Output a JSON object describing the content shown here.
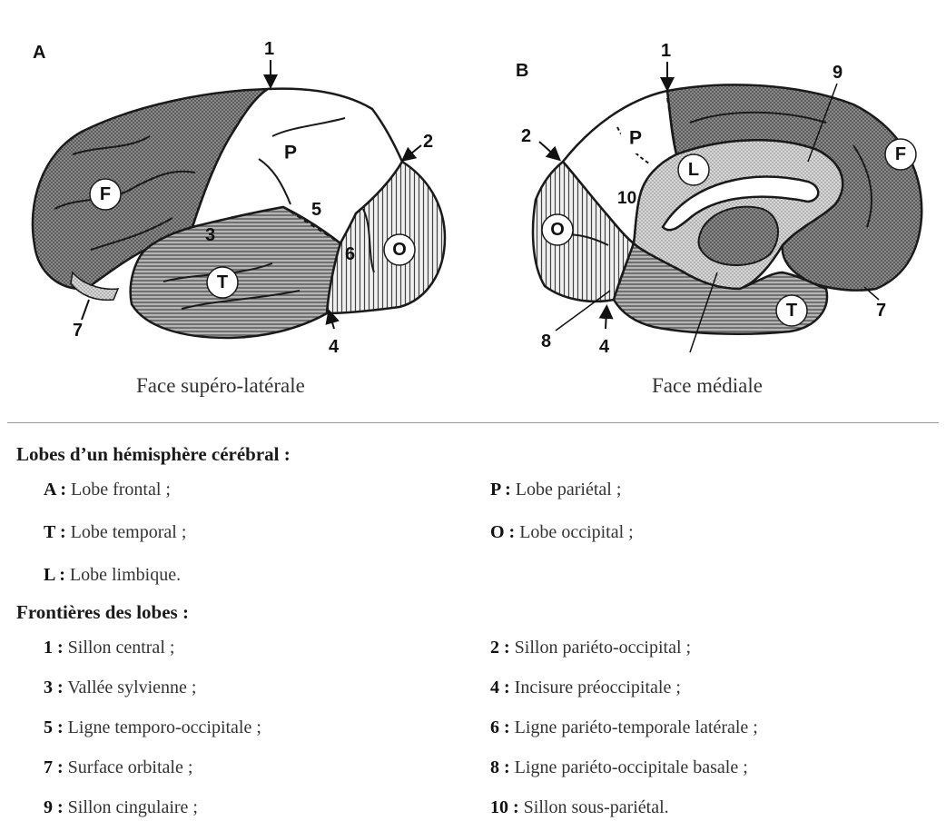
{
  "panels": {
    "a": {
      "letter": "A",
      "caption": "Face supéro-latérale",
      "lobes": [
        "F",
        "P",
        "T",
        "O"
      ],
      "markers": [
        "1",
        "2",
        "3",
        "4",
        "5",
        "6",
        "7"
      ]
    },
    "b": {
      "letter": "B",
      "caption": "Face médiale",
      "lobes": [
        "P",
        "F",
        "L",
        "O",
        "T"
      ],
      "markers": [
        "1",
        "9",
        "2",
        "10",
        "7",
        "8",
        "4"
      ]
    }
  },
  "legend": {
    "lobes_heading": "Lobes d’un hémisphère cérébral :",
    "lobes": [
      {
        "key": "A :",
        "text": "Lobe frontal ;"
      },
      {
        "key": "P :",
        "text": "Lobe pariétal ;"
      },
      {
        "key": "T :",
        "text": "Lobe temporal ;"
      },
      {
        "key": "O :",
        "text": "Lobe occipital ;"
      },
      {
        "key": "L :",
        "text": "Lobe limbique."
      }
    ],
    "borders_heading": "Frontières des lobes :",
    "borders": [
      {
        "key": "1 :",
        "text": "Sillon central ;"
      },
      {
        "key": "2 :",
        "text": "Sillon pariéto-occipital ;"
      },
      {
        "key": "3 :",
        "text": "Vallée sylvienne ;"
      },
      {
        "key": "4 :",
        "text": "Incisure préoccipitale ;"
      },
      {
        "key": "5 :",
        "text": "Ligne temporo-occipitale ;"
      },
      {
        "key": "6 :",
        "text": "Ligne pariéto-temporale latérale ;"
      },
      {
        "key": "7 :",
        "text": "Surface orbitale ;"
      },
      {
        "key": "8 :",
        "text": "Ligne pariéto-occipitale basale ;"
      },
      {
        "key": "9 :",
        "text": "Sillon cingulaire ;"
      },
      {
        "key": "10 :",
        "text": "Sillon sous-pariétal."
      }
    ]
  },
  "colors": {
    "frontal": "#7d7d7d",
    "parietal": "#ffffff",
    "temporal": "#9a9a9a",
    "occipital": "#e6e6e6",
    "limbic": "#cfcfcf",
    "outline": "#1a1a1a"
  }
}
